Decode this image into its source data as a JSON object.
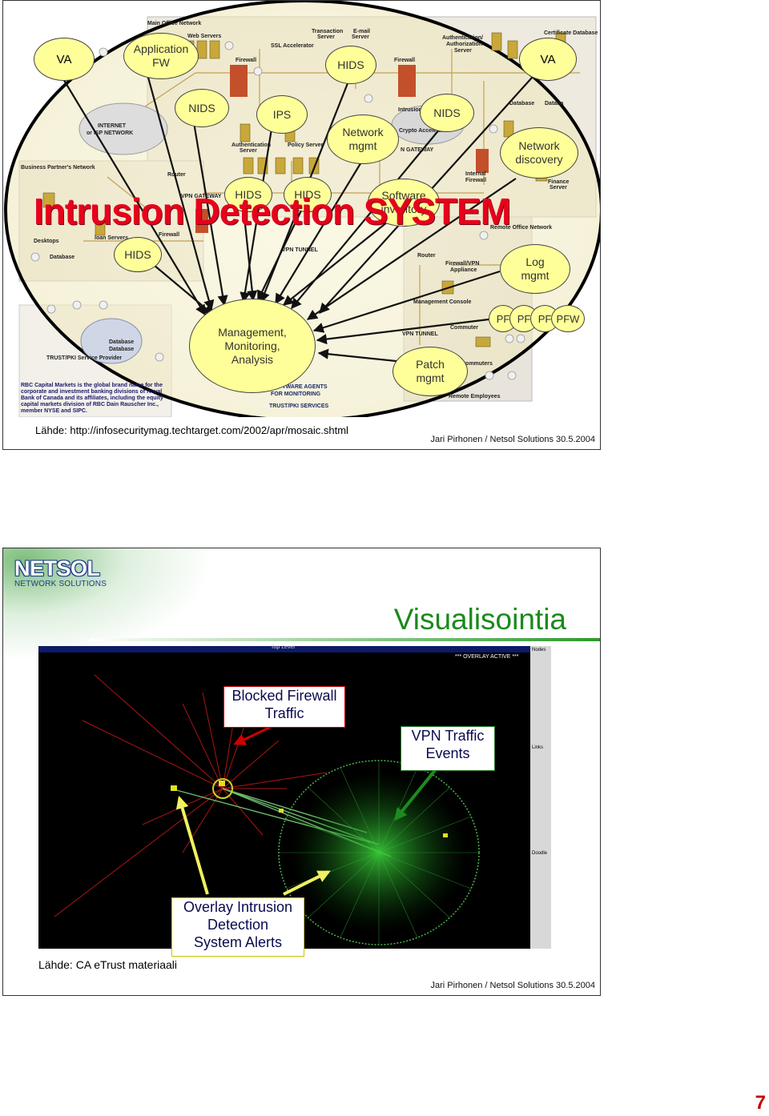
{
  "slide1": {
    "title": "Intrusion Detection SYSTEM",
    "bubbles": [
      {
        "id": "va-left",
        "label": "VA"
      },
      {
        "id": "app-fw",
        "label": "Application\nFW"
      },
      {
        "id": "hids-top",
        "label": "HIDS"
      },
      {
        "id": "va-right",
        "label": "VA"
      },
      {
        "id": "nids-left",
        "label": "NIDS"
      },
      {
        "id": "ips",
        "label": "IPS"
      },
      {
        "id": "network-mgmt",
        "label": "Network\nmgmt"
      },
      {
        "id": "nids-right",
        "label": "NIDS"
      },
      {
        "id": "network-discovery",
        "label": "Network\ndiscovery"
      },
      {
        "id": "hids-mid1",
        "label": "HIDS"
      },
      {
        "id": "hids-mid2",
        "label": "HIDS"
      },
      {
        "id": "software-inventory",
        "label": "Software\ninventory"
      },
      {
        "id": "hids-left",
        "label": "HIDS"
      },
      {
        "id": "log-mgmt",
        "label": "Log\nmgmt"
      },
      {
        "id": "management",
        "label": "Management,\nMonitoring,\nAnalysis"
      },
      {
        "id": "patch-mgmt",
        "label": "Patch\nmgmt"
      },
      {
        "id": "pf1",
        "label": "PF"
      },
      {
        "id": "pf2",
        "label": "PF"
      },
      {
        "id": "pf3",
        "label": "PF"
      },
      {
        "id": "pfw",
        "label": "PFW"
      }
    ],
    "background_labels": [
      "Main Office Network",
      "Web Servers",
      "Transaction Server",
      "E-mail Server",
      "Authentication/ Authorization Server",
      "Certificate Database",
      "SSL Accelerator",
      "Firewall",
      "Firewall",
      "INTERNET or ISP NETWORK",
      "Business Partner's Network",
      "Router",
      "Authentication Server",
      "Policy Server",
      "VPN GATEWAY",
      "Intrusion Detection",
      "Internal Firewall",
      "Database",
      "Finance Server",
      "Remote Office Network",
      "VPN TUNNEL",
      "Router",
      "Firewall/VPN Appliance",
      "Management Console",
      "Desktops",
      "Database",
      "Commuters",
      "Remote Employees",
      "TRUST/PKI Service Provider",
      "Database",
      "Database",
      "SOFTWARE AGENTS FOR MONITORING",
      "TRUST/PKI SERVICES",
      "VPN TUNNEL",
      "Commuter"
    ],
    "rbc_note": "RBC Capital Markets is the global brand name for the corporate and investment banking divisions of Royal Bank of Canada and its affiliates, including the equity capital markets division of RBC Dain Rauscher Inc., member NYSE and SIPC.",
    "source": "Lähde: http://infosecuritymag.techtarget.com/2002/apr/mosaic.shtml",
    "footer": "Jari Pirhonen / Netsol Solutions 30.5.2004"
  },
  "slide2": {
    "logo_main": "NETSOL",
    "logo_sub": "NETWORK SOLUTIONS",
    "title": "Visualisointia",
    "screen_title": "Top Level",
    "screen_banner": "*** OVERLAY ACTIVE ***",
    "callouts": {
      "blocked": "Blocked Firewall\nTraffic",
      "vpn": "VPN Traffic\nEvents",
      "overlay": "Overlay Intrusion\nDetection\nSystem Alerts"
    },
    "side_labels": [
      "Nodes",
      "Links",
      "Doodle"
    ],
    "source": "Lähde: CA eTrust materiaali",
    "footer": "Jari Pirhonen / Netsol Solutions 30.5.2004"
  },
  "page_number": "7",
  "colors": {
    "title_red": "#e8001c",
    "bubble_fill": "#ffff99",
    "vis_green": "#1a8a1a",
    "page_red": "#c40000"
  }
}
